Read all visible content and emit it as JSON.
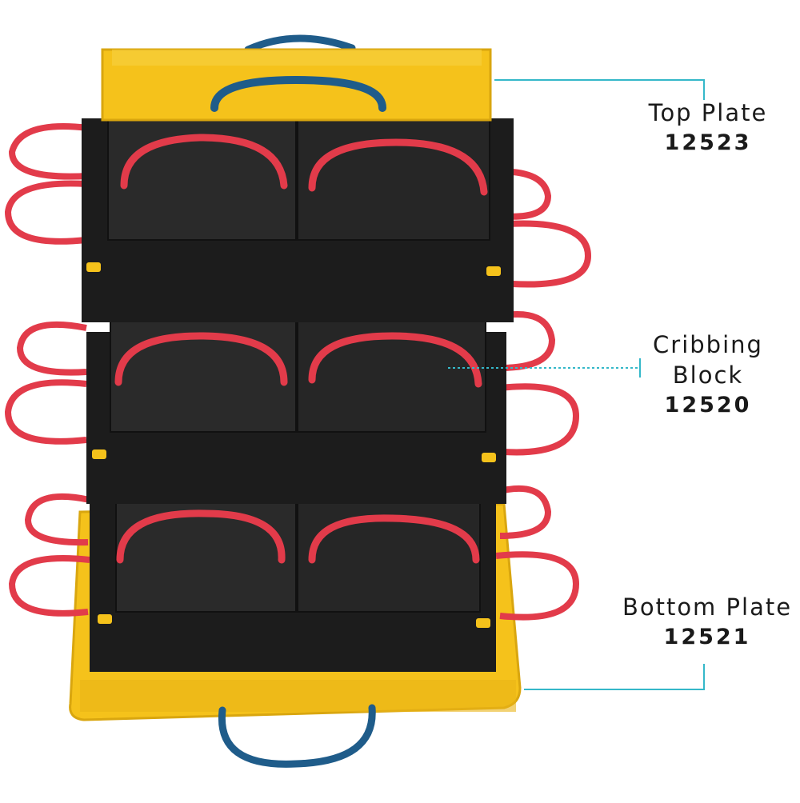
{
  "colors": {
    "plate_yellow": "#f5c21b",
    "plate_yellow_dark": "#d9a60f",
    "block_black": "#1c1c1c",
    "block_face": "#2a2a2a",
    "rope_red": "#e23b4a",
    "rope_blue": "#1f5c8a",
    "leader_cyan": "#35b8c9",
    "text": "#1a1a1a"
  },
  "labels": {
    "top_plate": {
      "name": "Top Plate",
      "code": "12523"
    },
    "cribbing_block": {
      "name_line1": "Cribbing",
      "name_line2": "Block",
      "code": "12520"
    },
    "bottom_plate": {
      "name": "Bottom Plate",
      "code": "12521"
    }
  },
  "image": {
    "subject": "stacked-cribbing-kit-photo"
  }
}
